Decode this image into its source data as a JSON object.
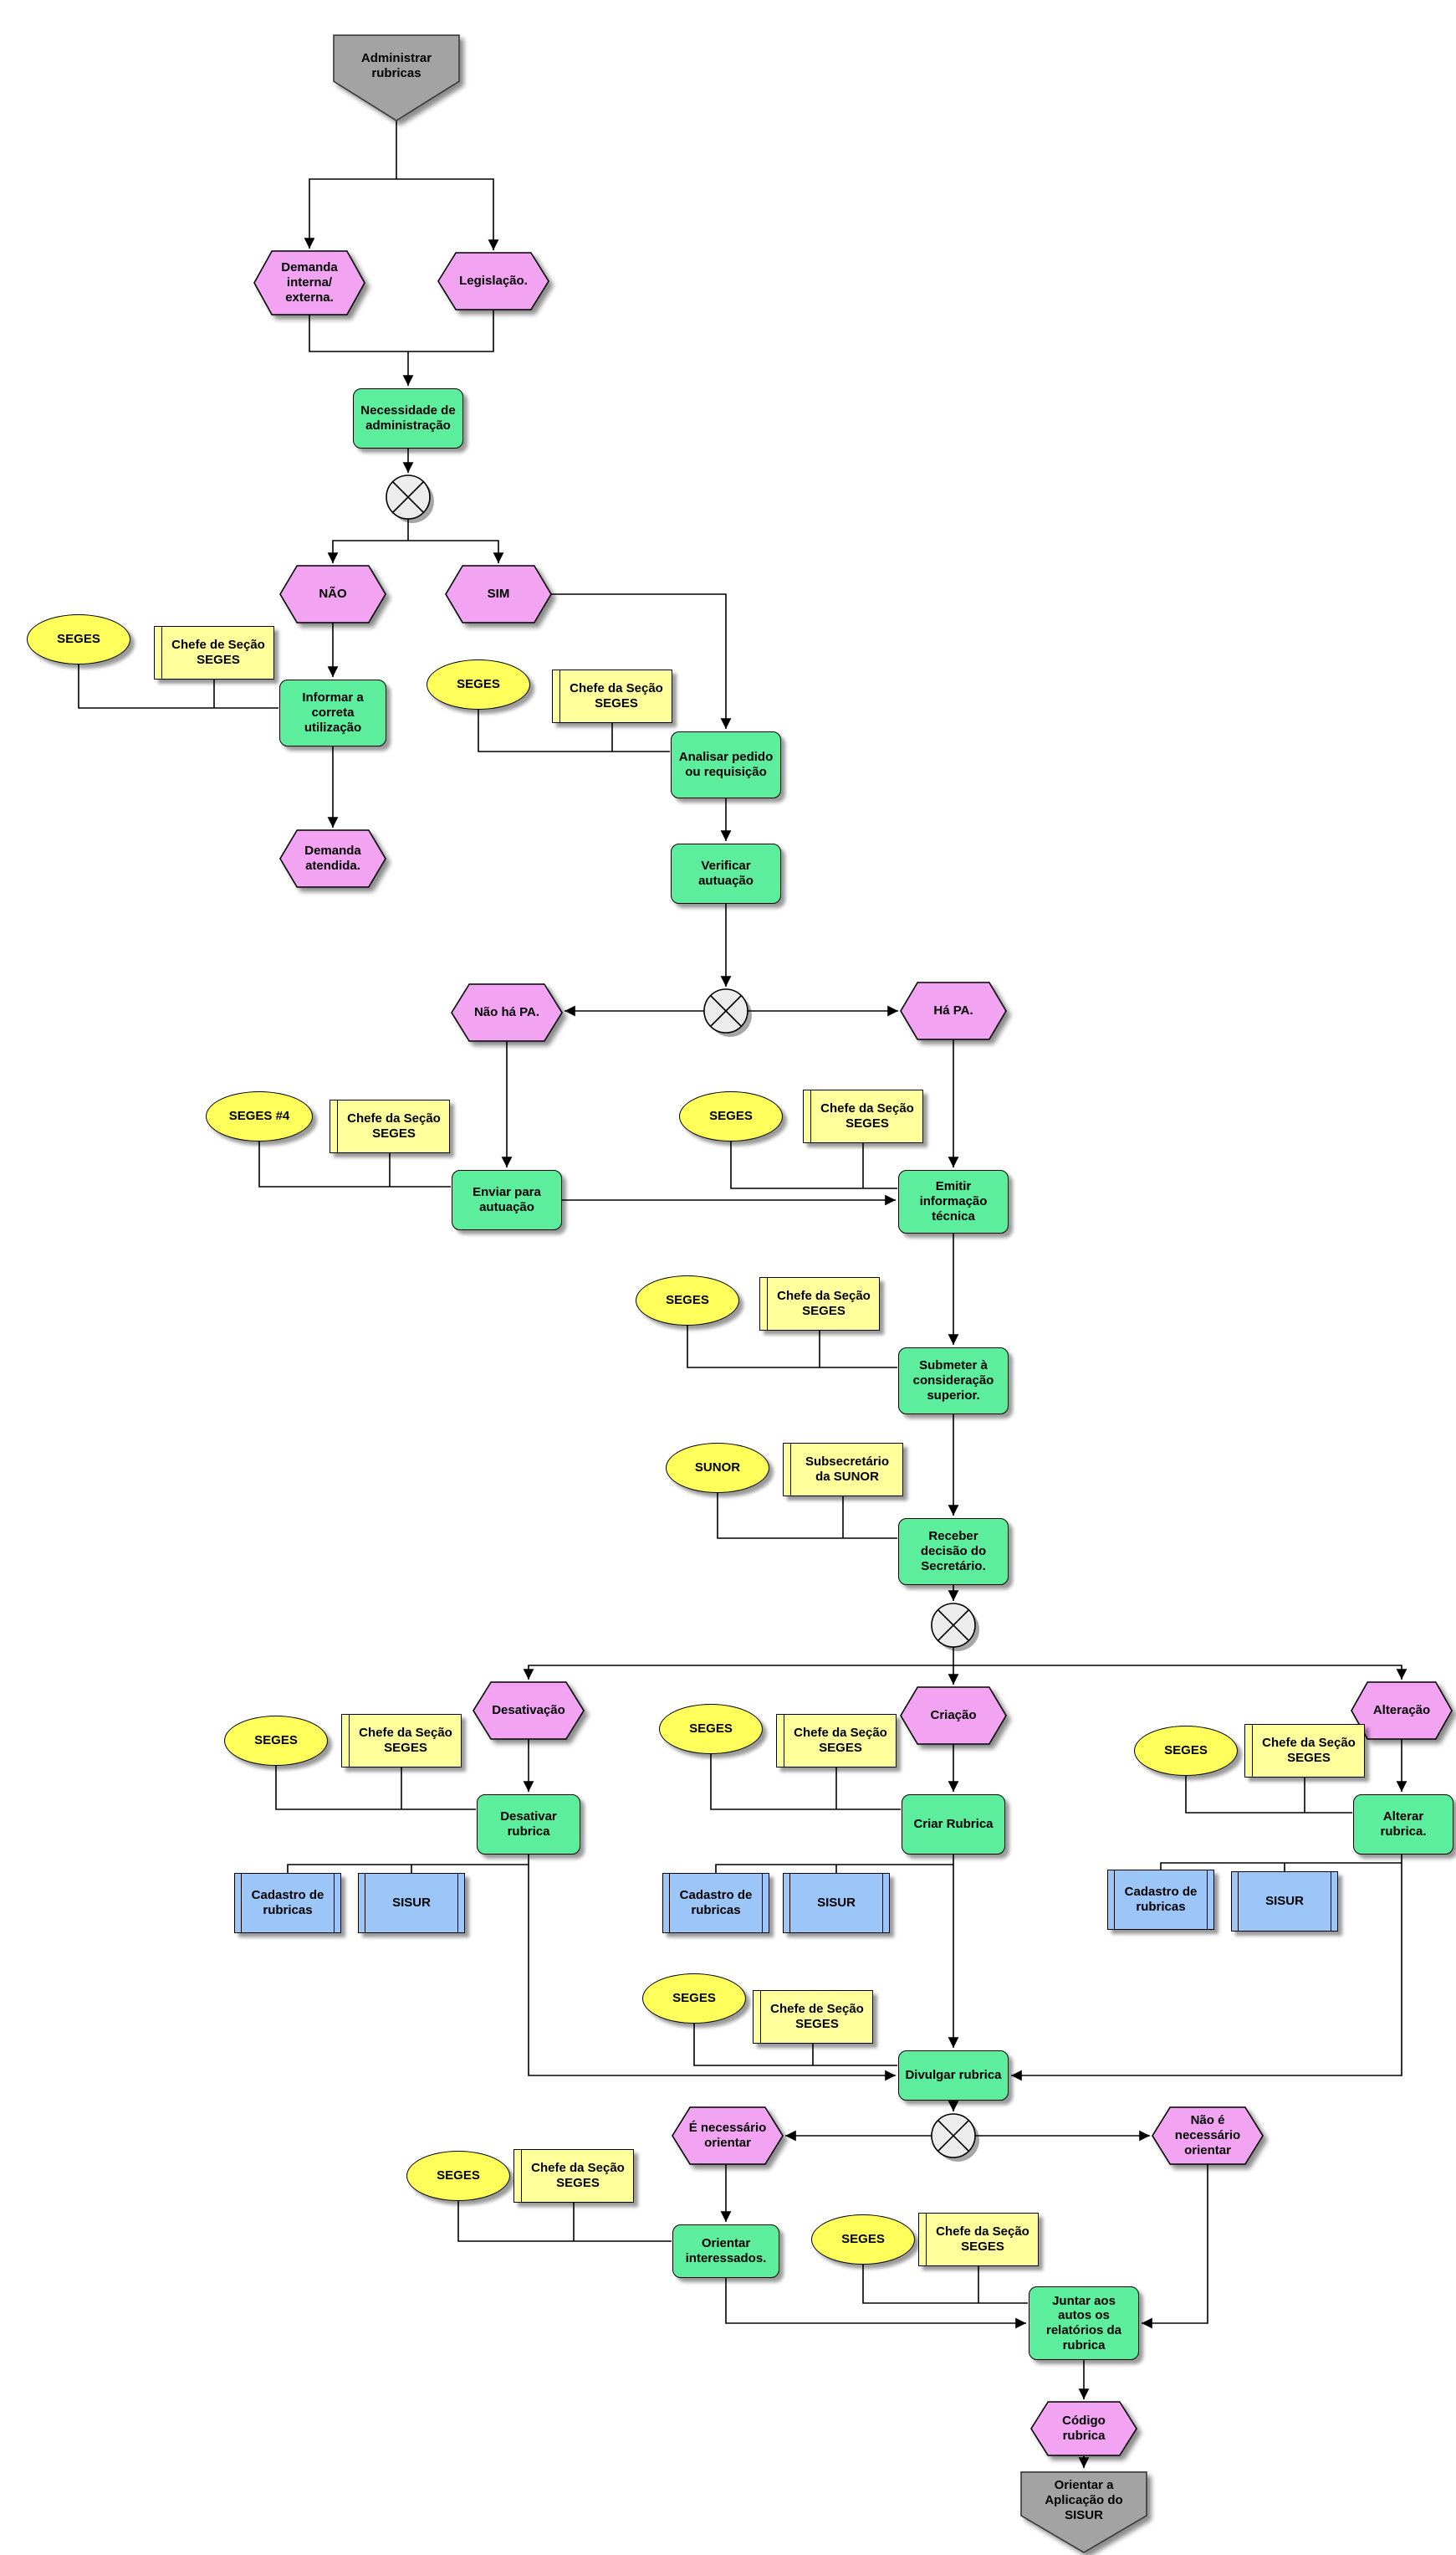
{
  "colors": {
    "event": "#F2A4F2",
    "task": "#5CEE9C",
    "role": "#FFFF5C",
    "note": "#FFFF9C",
    "system": "#9CC6F8",
    "terminator": "#A3A3A3"
  },
  "nodes": {
    "start": "Administrar rubricas",
    "demanda": "Demanda interna/ externa.",
    "legislacao": "Legislação.",
    "necessidade": "Necessidade de administração",
    "nao": "NÃO",
    "sim": "SIM",
    "seges1": "SEGES",
    "note1": "Chefe de Seção SEGES",
    "informar": "Informar a correta utilização",
    "demanda_atendida": "Demanda atendida.",
    "seges2": "SEGES",
    "note2": "Chefe da Seção SEGES",
    "analisar": "Analisar pedido ou requisição",
    "verificar": "Verificar autuação",
    "nao_ha_pa": "Não há PA.",
    "ha_pa": "Há PA.",
    "seges4": "SEGES #4",
    "note3": "Chefe da Seção SEGES",
    "enviar": "Enviar para autuação",
    "seges5": "SEGES",
    "note4": "Chefe da Seção SEGES",
    "emitir": "Emitir informação técnica",
    "seges6": "SEGES",
    "note5": "Chefe da Seção SEGES",
    "submeter": "Submeter à consideração superior.",
    "sunor": "SUNOR",
    "note6": "Subsecretário da SUNOR",
    "receber": "Receber decisão do Secretário.",
    "desativacao": "Desativação",
    "criacao": "Criação",
    "alteracao": "Alteração",
    "seges_d": "SEGES",
    "note_d": "Chefe da Seção SEGES",
    "desativar": "Desativar rubrica",
    "cad_d": "Cadastro de rubricas",
    "sisur_d": "SISUR",
    "seges_c": "SEGES",
    "note_c": "Chefe da Seção SEGES",
    "criar": "Criar Rubrica",
    "cad_c": "Cadastro de rubricas",
    "sisur_c": "SISUR",
    "seges_a": "SEGES",
    "note_a": "Chefe da Seção SEGES",
    "alterar": "Alterar rubrica.",
    "cad_a": "Cadastro de rubricas",
    "sisur_a": "SISUR",
    "seges_div": "SEGES",
    "note_div": "Chefe de Seção SEGES",
    "divulgar": "Divulgar rubrica",
    "e_necessario": "É necessário orientar",
    "nao_e_necessario": "Não é necessário orientar",
    "seges_o": "SEGES",
    "note_o": "Chefe da Seção SEGES",
    "orientar": "Orientar interessados.",
    "seges_j": "SEGES",
    "note_j": "Chefe da Seção SEGES",
    "juntar": "Juntar aos autos os relatórios da rubrica",
    "codigo": "Código rubrica",
    "end": "Orientar a Aplicação do SISUR"
  }
}
